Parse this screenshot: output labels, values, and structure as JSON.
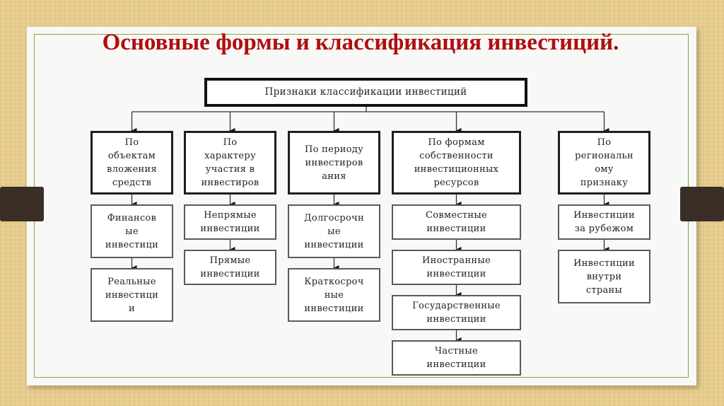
{
  "title": "Основные формы и классификация инвестиций.",
  "root": "Признаки классификации инвестиций",
  "categories": [
    {
      "label": "По\nобъектам\nвложения\nсредств",
      "items": [
        "Финансов\nые\nинвестици",
        "Реальные\nинвестици\nи"
      ]
    },
    {
      "label": "По\nхарактеру\nучастия в\nинвестиров",
      "items": [
        "Непрямые\nинвестиции",
        "Прямые\nинвестиции"
      ]
    },
    {
      "label": "По периоду\nинвестиров\nания",
      "items": [
        "Долгосрочн\nые\nинвестиции",
        "Краткосроч\nные\nинвестиции"
      ]
    },
    {
      "label": "По формам\nсобственности\nинвестиционных\nресурсов",
      "items": [
        "Совместные\nинвестиции",
        "Иностранные\nинвестиции",
        "Государственные\nинвестиции",
        "Частные\nинвестиции"
      ]
    },
    {
      "label": "По\nрегиональн\nому\nпризнаку",
      "items": [
        "Инвестиции\nза рубежом",
        "Инвестиции\nвнутри\nстраны"
      ]
    }
  ],
  "colors": {
    "title": "#b00e0e",
    "frame": "#8aa04a",
    "tab": "#3a2e27"
  }
}
